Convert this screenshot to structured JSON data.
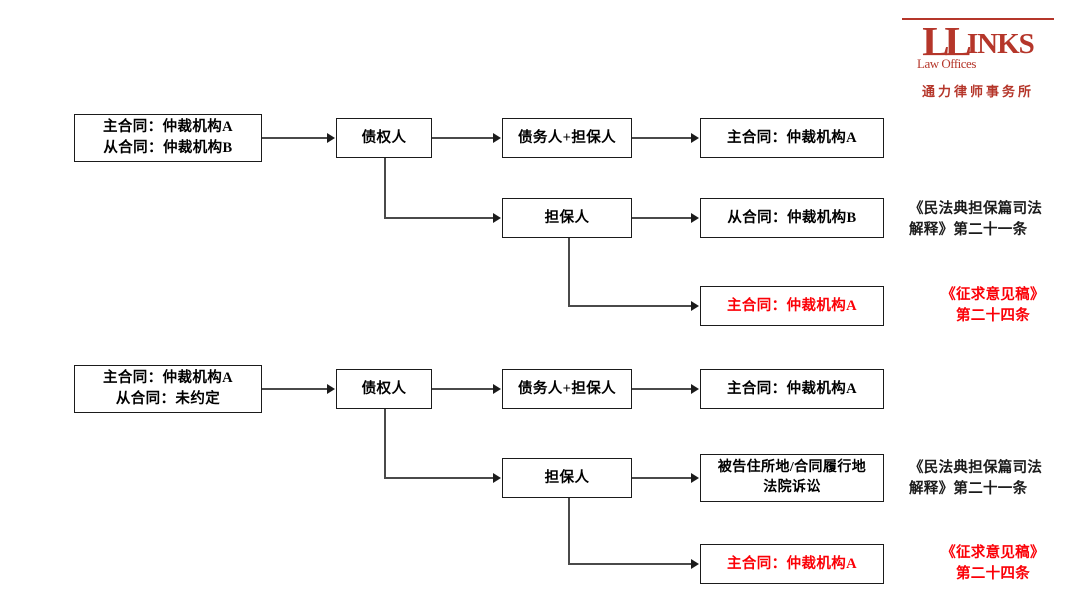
{
  "logo": {
    "name": "llinks-law-offices-logo",
    "ll": "LL",
    "inks": "INKS",
    "subtitle": "Law Offices",
    "chinese": "通力律师事务所",
    "color": "#b5362a"
  },
  "colors": {
    "text_black": "#1b1b1b",
    "text_red": "#fb0007",
    "line": "#4a4a4a",
    "background": "#ffffff"
  },
  "diagrams": [
    {
      "id": "diagram-upper",
      "contract_box": "主合同：仲裁机构A\n从合同：仲裁机构B",
      "creditor": "债权人",
      "debtor_guarantor": "债务人+担保人",
      "guarantor": "担保人",
      "outcome_main_contract": "主合同：仲裁机构A",
      "outcome_sub_contract": "从合同：仲裁机构B",
      "outcome_main_contract_red": "主合同：仲裁机构A",
      "annotation_black": "《民法典担保篇司法\n解释》第二十一条",
      "annotation_red": "《征求意见稿》\n第二十四条"
    },
    {
      "id": "diagram-lower",
      "contract_box": "主合同：仲裁机构A\n从合同：未约定",
      "creditor": "债权人",
      "debtor_guarantor": "债务人+担保人",
      "guarantor": "担保人",
      "outcome_main_contract": "主合同：仲裁机构A",
      "outcome_sub_contract": "被告住所地/合同履行地\n法院诉讼",
      "outcome_main_contract_red": "主合同：仲裁机构A",
      "annotation_black": "《民法典担保篇司法\n解释》第二十一条",
      "annotation_red": "《征求意见稿》\n第二十四条"
    }
  ]
}
